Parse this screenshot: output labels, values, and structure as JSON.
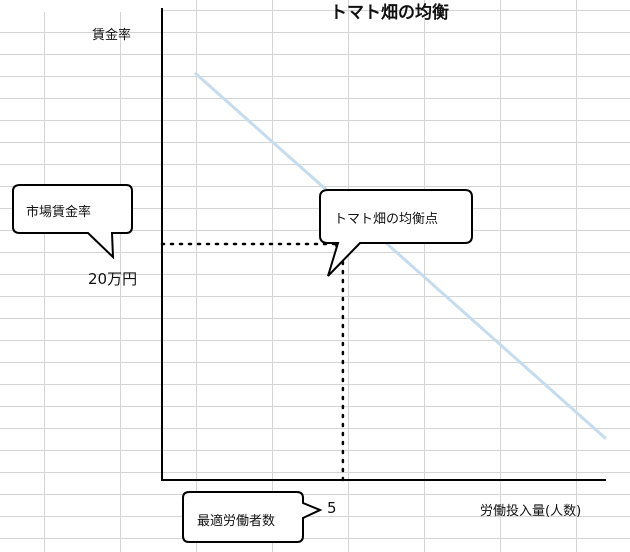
{
  "chart_data": {
    "type": "line",
    "title": "トマト畑の均衡",
    "ylabel": "賃金率",
    "xlabel": "労働投入量(人数)",
    "series": [
      {
        "name": "",
        "x": [
          0.5,
          13
        ],
        "y": [
          34.5,
          3.5
        ],
        "color": "#c5dcee"
      }
    ],
    "equilibrium": {
      "x": 5,
      "y": 20
    },
    "x_ticks": [
      {
        "value": 5,
        "label": "5"
      }
    ],
    "y_ticks": [
      {
        "value": 20,
        "label": "20万円"
      }
    ],
    "xlim": [
      -0.5,
      13
    ],
    "ylim": [
      0,
      40
    ],
    "grid": true,
    "annotations": [
      {
        "id": "market",
        "text": "市場賃金率"
      },
      {
        "id": "eq",
        "text": "トマト畑の均衡点"
      },
      {
        "id": "opt",
        "text": "最適労働者数"
      }
    ]
  }
}
